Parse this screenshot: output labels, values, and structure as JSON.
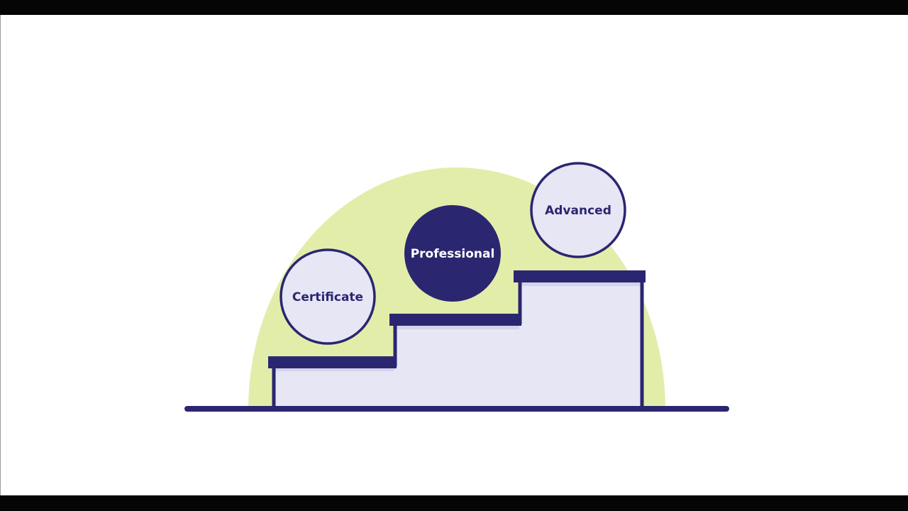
{
  "diagram": {
    "type": "staircase-progression",
    "steps": [
      {
        "label": "Certificate",
        "style": "outline",
        "level": 1
      },
      {
        "label": "Professional",
        "style": "filled",
        "level": 2
      },
      {
        "label": "Advanced",
        "style": "outline",
        "level": 3
      }
    ],
    "colors": {
      "navy": "#2b2670",
      "lavender": "#e6e6f5",
      "lavender_shadow": "#d3d3ea",
      "sun": "#e3edaa",
      "background": "#ffffff",
      "letterbox": "#050505"
    }
  }
}
